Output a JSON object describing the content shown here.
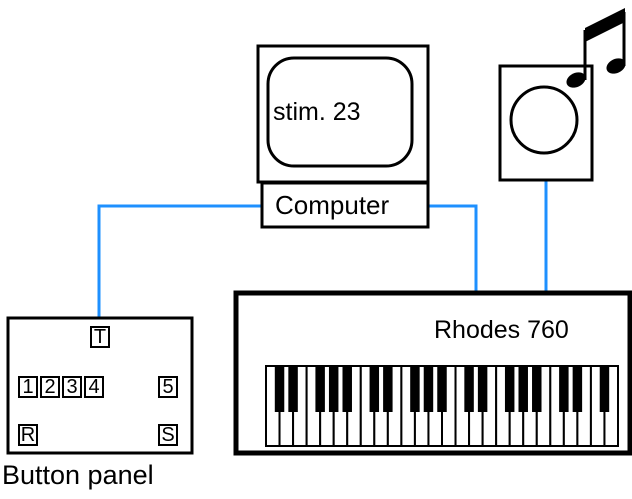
{
  "monitor": {
    "screen_text": "stim. 23"
  },
  "computer": {
    "label": "Computer"
  },
  "keyboard": {
    "label": "Rhodes 760"
  },
  "button_panel": {
    "caption": "Button panel",
    "top_key": "T",
    "number_keys": [
      "1",
      "2",
      "3",
      "4",
      "5"
    ],
    "left_key": "R",
    "right_key": "S"
  },
  "colors": {
    "cable": "#1e90ff",
    "outline": "#000000",
    "background": "#ffffff"
  },
  "icons": [
    "music-note-icon",
    "speaker-icon",
    "monitor-icon"
  ]
}
